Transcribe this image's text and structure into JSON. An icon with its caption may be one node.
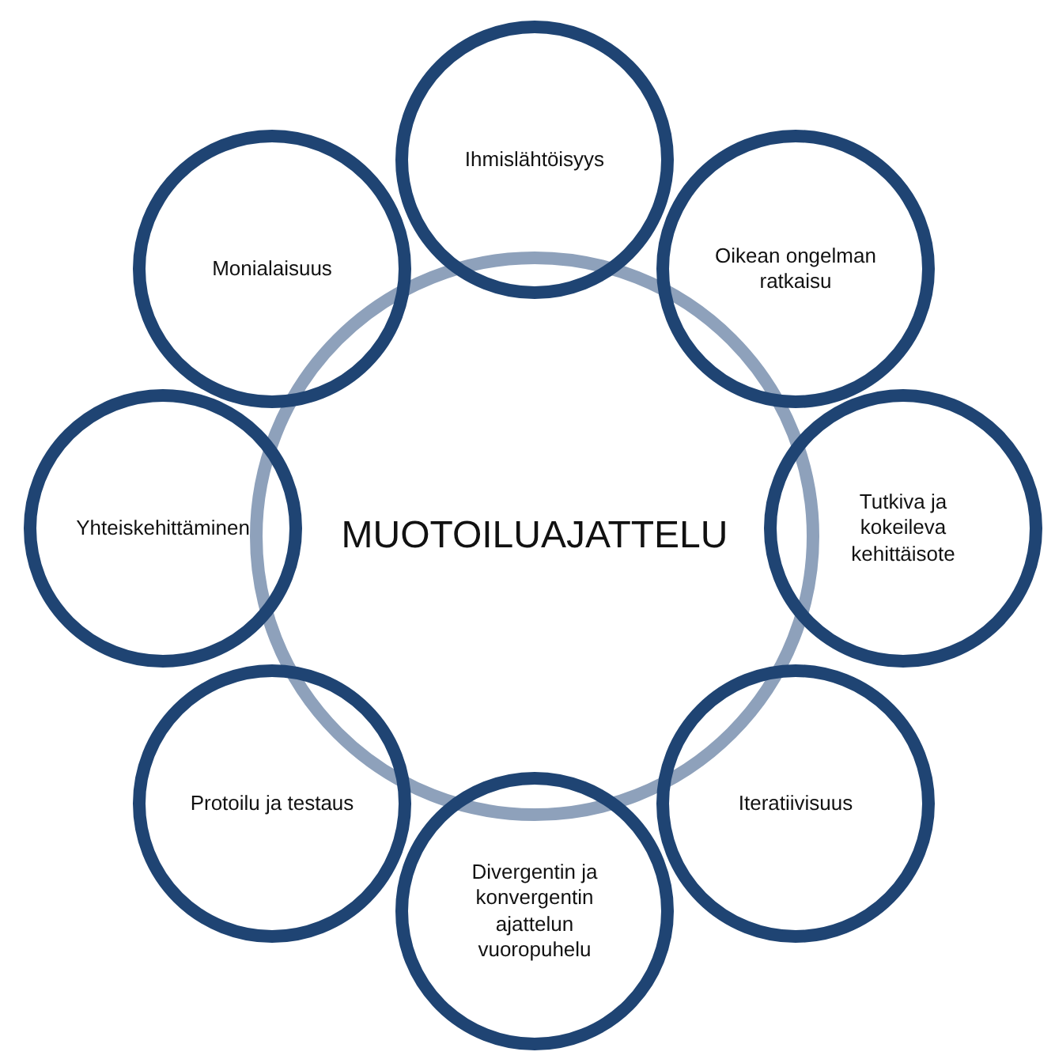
{
  "diagram": {
    "nodes": [
      {
        "text": [
          "MUOTOILUAJATTELU"
        ]
      },
      {
        "text": [
          "Ihmislähtöisyys"
        ]
      },
      {
        "text": [
          "Oikean ongelman ratkaisu"
        ]
      },
      {
        "text": [
          "Tutkiva ja kokeileva kehittäisote"
        ]
      },
      {
        "text": [
          "Iteratiivisuus"
        ]
      },
      {
        "text": [
          "Divergentin ja konvergentin ajattelun vuoropuhelu"
        ]
      },
      {
        "text": [
          "Protoilu ja testaus"
        ]
      },
      {
        "text": [
          "Yhteiskehittäminen"
        ]
      },
      {
        "text": [
          "Monialaisuus"
        ]
      }
    ]
  }
}
